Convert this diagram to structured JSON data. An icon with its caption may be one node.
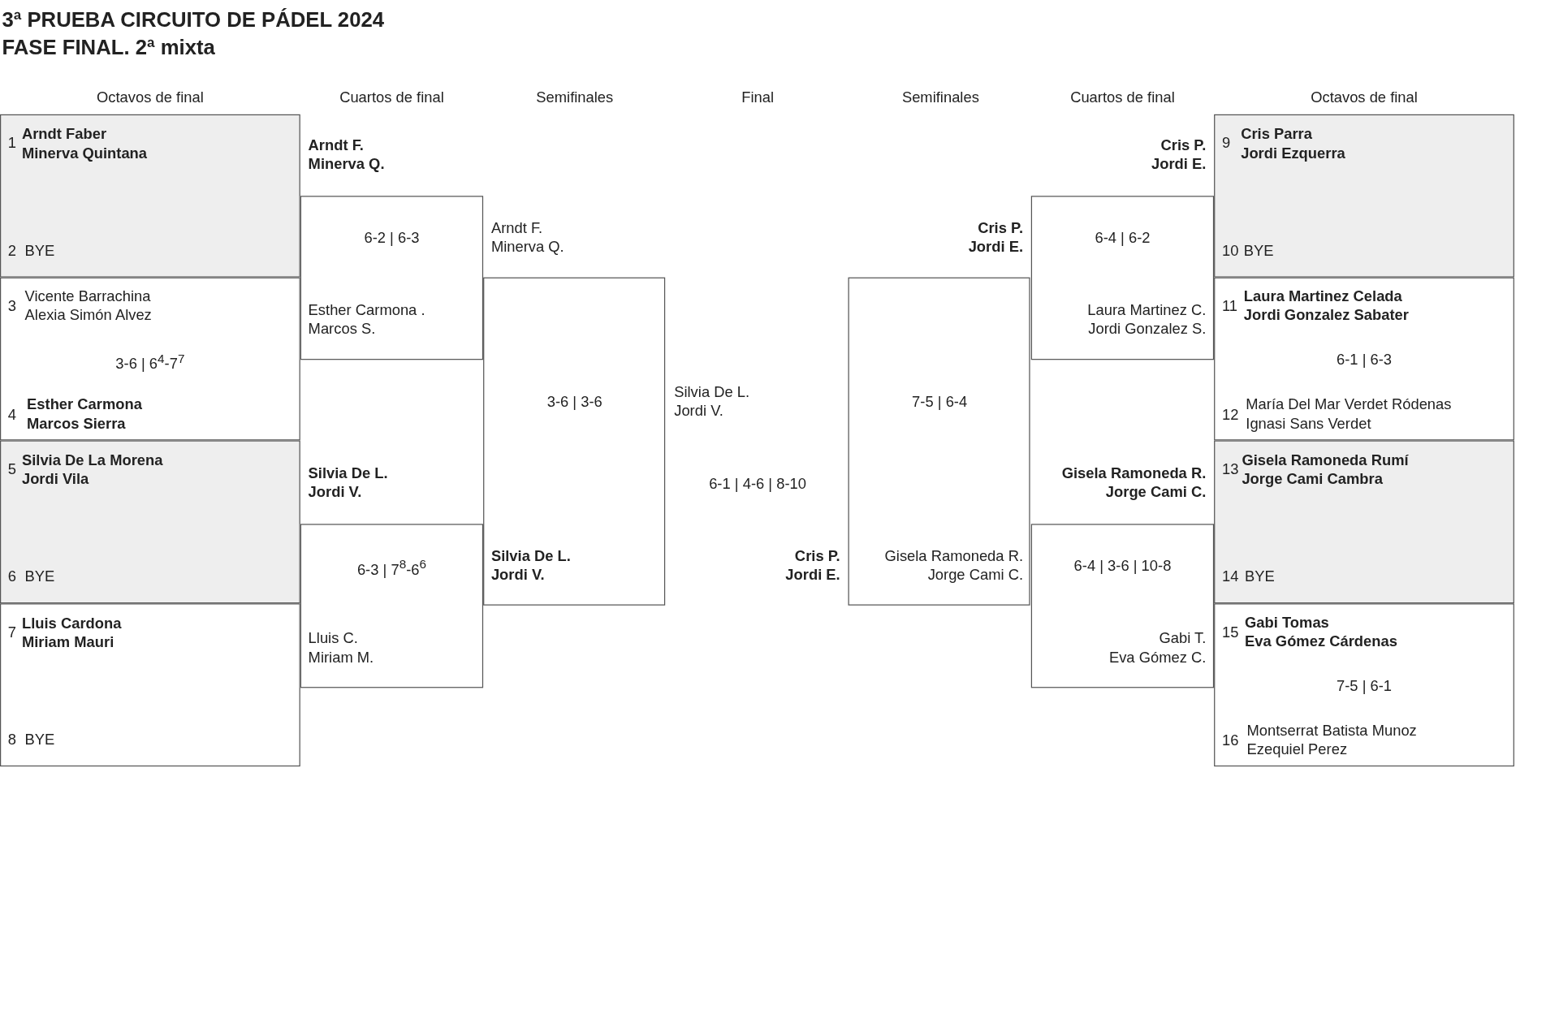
{
  "diagram": {
    "title": "3ª PRUEBA CIRCUITO DE PÁDEL 2024",
    "nodes": [
      {
        "text": [
          "1",
          "**Arndt Faber**",
          "**Minerva Quintana**",
          "2",
          "BYE"
        ]
      },
      {
        "text": [
          "3",
          "Vicente Barrachina",
          "Alexia Simón Alvez",
          "3-6 | 6$^{4}$-7$^{7}$",
          "4",
          "**Esther Carmona**",
          "**Marcos Sierra**"
        ]
      },
      {
        "text": [
          "5",
          "**Silvia De La Morena**",
          "**Jordi Vila**",
          "6",
          "BYE"
        ]
      },
      {
        "text": [
          "7",
          "**Lluis Cardona**",
          "**Miriam Mauri**",
          "8",
          "BYE"
        ]
      },
      {
        "text": [
          "**Arndt F.**",
          "**Minerva Q.**",
          "6-2 | 6-3",
          "Esther Carmona .",
          "Marcos S."
        ]
      },
      {
        "text": [
          "**Silvia De L.**",
          "**Jordi V.**",
          "6-3 | 7$^{8}$-6$^{6}$",
          "Lluis C.",
          "Miriam M."
        ]
      },
      {
        "text": [
          "Arndt F.",
          "Minerva Q.",
          "3-6 | 3-6",
          "**Silvia De L.**",
          "**Jordi V.**"
        ]
      },
      {
        "text": [
          "**Cris P.**",
          "**Jordi E.**",
          "7-5 | 6-4",
          "Gisela Ramoneda R.",
          "Jorge Cami C."
        ]
      },
      {
        "text": [
          "**Cris P.**",
          "**Jordi E.**",
          "6-4 | 6-2",
          "Laura Martinez C.",
          "Jordi Gonzalez S."
        ]
      },
      {
        "text": [
          "**Gisela Ramoneda R.**",
          "**Jorge Cami C.**",
          "6-4 | 3-6 | 10-8",
          "Gabi T.",
          "Eva Gómez C."
        ]
      },
      {
        "text": [
          "9",
          "**Cris Parra**",
          "**Jordi Ezquerra**",
          "10",
          "BYE"
        ]
      },
      {
        "text": [
          "11",
          "**Laura Martinez Celada**",
          "**Jordi Gonzalez Sabater**",
          "6-1 | 6-3",
          "12",
          "María Del Mar Verdet Ródenas",
          "Ignasi Sans Verdet"
        ]
      },
      {
        "text": [
          "13",
          "**Gisela Ramoneda Rumí**",
          "**Jorge Cami Cambra**",
          "14",
          "BYE"
        ]
      },
      {
        "text": [
          "15",
          "**Gabi Tomas**",
          "**Eva Gómez Cárdenas**",
          "7-5 | 6-1",
          "16",
          "Montserrat Batista Munoz",
          "Ezequiel Perez"
        ]
      }
    ],
    "labels": [
      "FASE FINAL. 2ª mixta",
      "Octavos de final",
      "Cuartos de final",
      "Semifinales",
      "Final",
      "Semifinales",
      "Cuartos de final",
      "Octavos de final",
      "Silvia De L.",
      "Jordi V.",
      "6-1 | 4-6 | 8-10",
      "**Cris P.**",
      "**Jordi E.**"
    ]
  }
}
